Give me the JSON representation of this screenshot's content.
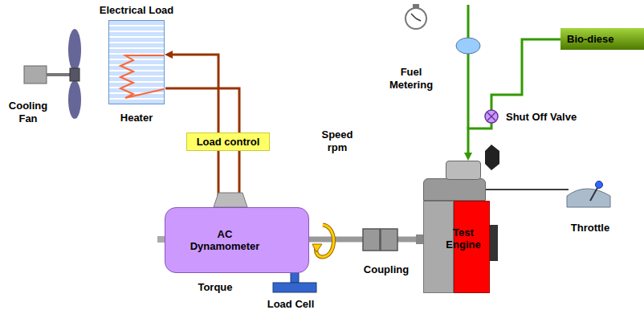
{
  "diagram": {
    "nodes": [
      {
        "text": [
          "Electrical Load",
          "Heater"
        ]
      },
      {
        "text": [
          "Load control"
        ]
      },
      {
        "text": [
          "AC Dynamometer"
        ]
      },
      {
        "text": [
          "Test Engine"
        ]
      },
      {
        "text": [
          "Bio-diese"
        ]
      }
    ],
    "edges": [
      {
        "from": 2,
        "to": 1,
        "arrow": "none"
      },
      {
        "from": 1,
        "to": 0,
        "arrow": "to"
      },
      {
        "from": 4,
        "to": 3,
        "arrow": "to"
      },
      {
        "from": 3,
        "to": 2,
        "arrow": "none"
      }
    ],
    "labels": [
      "Cooling Fan",
      "Speed rpm",
      "Coupling",
      "Torque",
      "Load Cell",
      "Fuel Metering",
      "Shut Off Valve",
      "Throttle"
    ]
  }
}
